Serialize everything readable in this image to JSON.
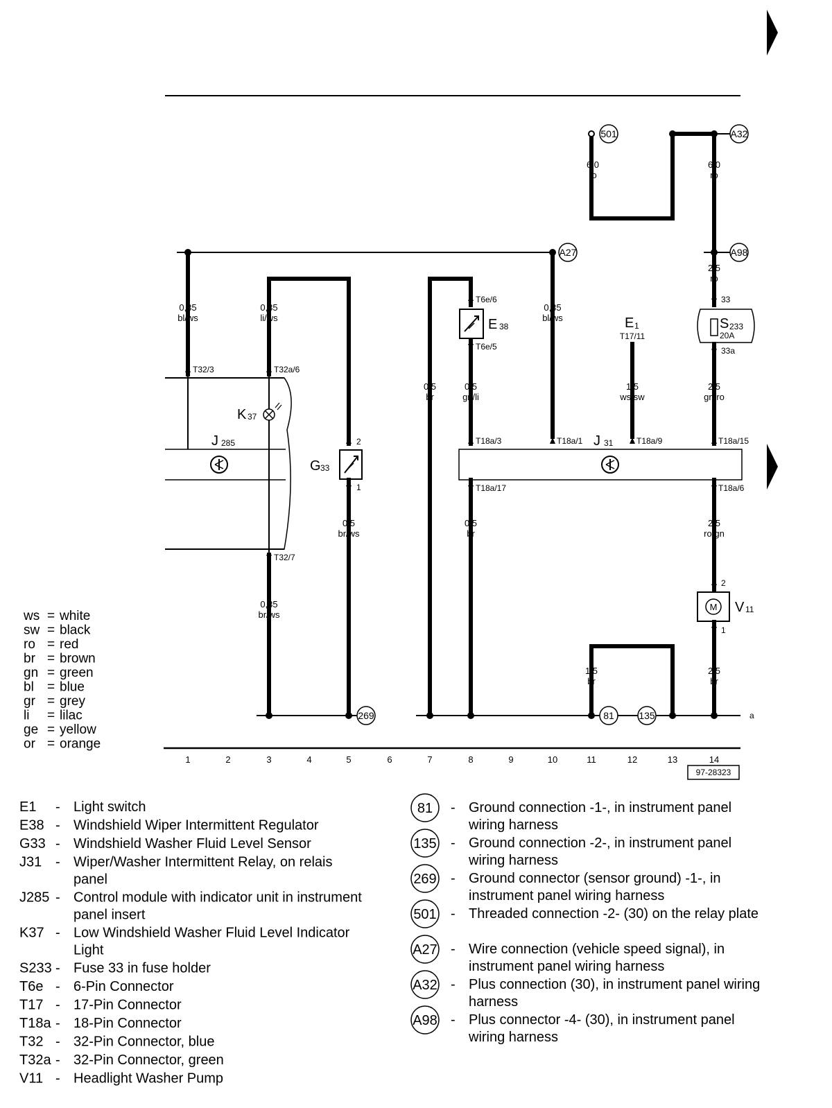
{
  "legend": [
    {
      "code": "ws",
      "name": "white"
    },
    {
      "code": "sw",
      "name": "black"
    },
    {
      "code": "ro",
      "name": "red"
    },
    {
      "code": "br",
      "name": "brown"
    },
    {
      "code": "gn",
      "name": "green"
    },
    {
      "code": "bl",
      "name": "blue"
    },
    {
      "code": "gr",
      "name": "grey"
    },
    {
      "code": "li",
      "name": "lilac"
    },
    {
      "code": "ge",
      "name": "yellow"
    },
    {
      "code": "or",
      "name": "orange"
    }
  ],
  "equals": "=",
  "track_numbers": [
    "1",
    "2",
    "3",
    "4",
    "5",
    "6",
    "7",
    "8",
    "9",
    "10",
    "11",
    "12",
    "13",
    "14"
  ],
  "line_letter": "a",
  "diagram_id": "97-28323",
  "connections": {
    "c501": "501",
    "a32": "A32",
    "a27": "A27",
    "a98": "A98",
    "c269": "269",
    "c81": "81",
    "c135": "135"
  },
  "components": {
    "e38": {
      "main": "E",
      "sub": "38"
    },
    "e1": {
      "main": "E",
      "sub": "1"
    },
    "s233": {
      "main": "S",
      "sub": "233",
      "rating": "20A"
    },
    "k37": {
      "main": "K",
      "sub": "37"
    },
    "j285": {
      "main": "J",
      "sub": "285"
    },
    "g33": {
      "main": "G",
      "sub": "33"
    },
    "j31": {
      "main": "J",
      "sub": "31"
    },
    "v11": {
      "main": "V",
      "sub": "11",
      "motor_letter": "M"
    }
  },
  "wires": {
    "w501": {
      "size": "6,0",
      "color": "ro"
    },
    "wa32": {
      "size": "6,0",
      "color": "ro"
    },
    "w1": {
      "size": "0,35",
      "color": "bl/ws"
    },
    "w3a": {
      "size": "0,35",
      "color": "li/ws"
    },
    "w10": {
      "size": "0,35",
      "color": "bl/ws"
    },
    "w14a": {
      "size": "2,5",
      "color": "ro"
    },
    "w7": {
      "size": "0,5",
      "color": "br"
    },
    "w8a": {
      "size": "0,5",
      "color": "gn/li"
    },
    "w12": {
      "size": "1,5",
      "color": "ws/sw"
    },
    "w14b": {
      "size": "2,5",
      "color": "gn/ro"
    },
    "w5": {
      "size": "0,5",
      "color": "br/ws"
    },
    "w8b": {
      "size": "0,5",
      "color": "br"
    },
    "w14c": {
      "size": "2,5",
      "color": "ro/gn"
    },
    "w3b": {
      "size": "0,35",
      "color": "br/ws"
    },
    "w11": {
      "size": "1,5",
      "color": "br"
    },
    "w14d": {
      "size": "2,5",
      "color": "br"
    }
  },
  "pins": {
    "t6e6": "T6e/6",
    "t6e5": "T6e/5",
    "t17_11": "T17/11",
    "p33": "33",
    "p33a": "33a",
    "t32_3": "T32/3",
    "t32a_6": "T32a/6",
    "g33_2": "2",
    "g33_1": "1",
    "t18a_3": "T18a/3",
    "t18a_1": "T18a/1",
    "t18a_9": "T18a/9",
    "t18a_15": "T18a/15",
    "t18a_17": "T18a/17",
    "t18a_6": "T18a/6",
    "t32_7": "T32/7",
    "v11_2": "2",
    "v11_1": "1"
  },
  "key_left": [
    {
      "code": "E1",
      "dash": "-",
      "desc": [
        "Light switch"
      ]
    },
    {
      "code": "E38",
      "dash": "-",
      "desc": [
        "Windshield Wiper Intermittent Regulator"
      ]
    },
    {
      "code": "G33",
      "dash": "-",
      "desc": [
        "Windshield Washer Fluid Level Sensor"
      ]
    },
    {
      "code": "J31",
      "dash": "-",
      "desc": [
        "Wiper/Washer Intermittent Relay, on relais",
        "panel"
      ]
    },
    {
      "code": "J285",
      "dash": "-",
      "desc": [
        "Control module with indicator unit in instrument",
        "panel insert"
      ]
    },
    {
      "code": "K37",
      "dash": "-",
      "desc": [
        "Low Windshield Washer Fluid Level Indicator",
        "Light"
      ]
    },
    {
      "code": "S233",
      "dash": "-",
      "desc": [
        "Fuse 33 in fuse holder"
      ]
    },
    {
      "code": "T6e",
      "dash": "-",
      "desc": [
        "6-Pin Connector"
      ]
    },
    {
      "code": "T17",
      "dash": "-",
      "desc": [
        "17-Pin Connector"
      ]
    },
    {
      "code": "T18a",
      "dash": "-",
      "desc": [
        "18-Pin Connector"
      ]
    },
    {
      "code": "T32",
      "dash": "-",
      "desc": [
        "32-Pin Connector, blue"
      ]
    },
    {
      "code": "T32a",
      "dash": "-",
      "desc": [
        "32-Pin Connector, green"
      ]
    },
    {
      "code": "V11",
      "dash": "-",
      "desc": [
        "Headlight Washer Pump"
      ]
    }
  ],
  "key_right": [
    {
      "code": "81",
      "dash": "-",
      "desc": [
        "Ground connection -1-, in instrument panel",
        "wiring harness"
      ]
    },
    {
      "code": "135",
      "dash": "-",
      "desc": [
        "Ground connection -2-, in instrument panel",
        "wiring harness"
      ]
    },
    {
      "code": "269",
      "dash": "-",
      "desc": [
        "Ground connector (sensor ground) -1-, in",
        "instrument panel wiring harness"
      ]
    },
    {
      "code": "501",
      "dash": "-",
      "desc": [
        "Threaded connection -2- (30) on the relay plate"
      ]
    },
    {
      "code": "A27",
      "dash": "-",
      "desc": [
        "Wire connection (vehicle speed signal), in",
        "instrument panel wiring harness"
      ]
    },
    {
      "code": "A32",
      "dash": "-",
      "desc": [
        "Plus connection (30), in instrument panel wiring",
        "harness"
      ]
    },
    {
      "code": "A98",
      "dash": "-",
      "desc": [
        "Plus connector -4- (30), in instrument panel",
        "wiring harness"
      ]
    }
  ]
}
